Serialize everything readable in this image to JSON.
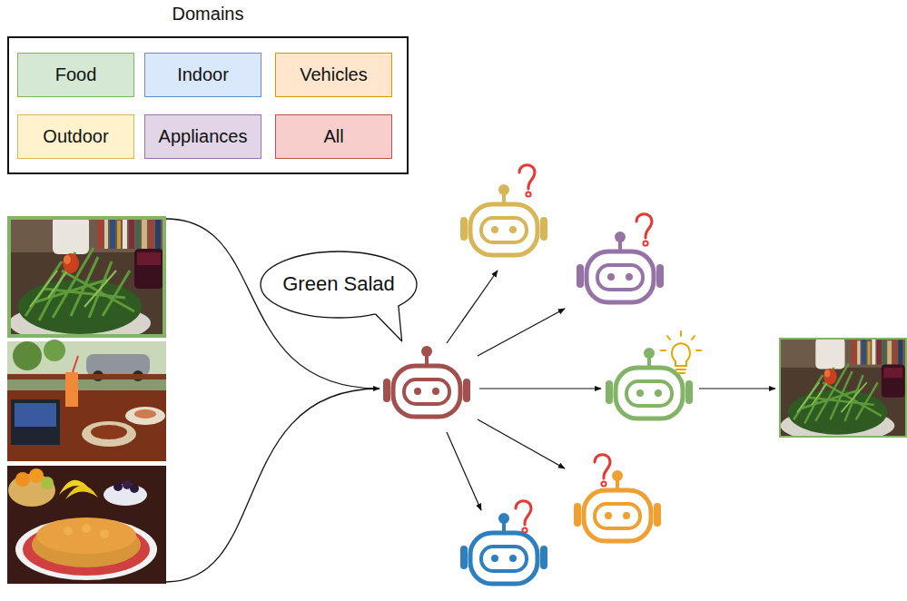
{
  "diagram": {
    "title": "Domains",
    "nodes": [
      {
        "text": [
          "Green Salad"
        ]
      }
    ],
    "legend": [
      {
        "text": "Food",
        "color": "#d5e8d4"
      },
      {
        "text": "Indoor",
        "color": "#dae8fc"
      },
      {
        "text": "Vehicles",
        "color": "#ffe6cc"
      },
      {
        "text": "Outdoor",
        "color": "#fff2cc"
      },
      {
        "text": "Appliances",
        "color": "#e1d5e7"
      },
      {
        "text": "All",
        "color": "#f8cecc"
      }
    ]
  }
}
